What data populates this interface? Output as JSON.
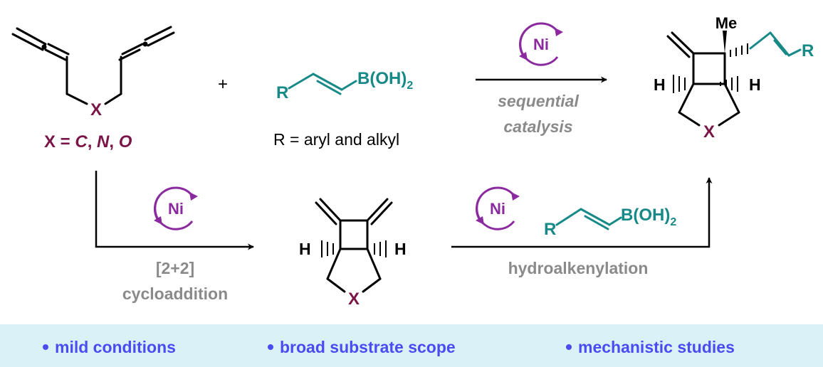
{
  "diallene": {
    "heteroatom": "X",
    "definition_prefix": "X = ",
    "definition_c": "C",
    "definition_sep1": ", ",
    "definition_n": "N",
    "definition_sep2": ", ",
    "definition_o": "O"
  },
  "plus": "+",
  "boronic_acid": {
    "r_group": "R",
    "boron_group": "B(OH)",
    "boron_subscript": "2",
    "scope_note": "R = aryl and alkyl"
  },
  "sequential_step": {
    "catalyst": "Ni",
    "label_line1": "sequential",
    "label_line2": "catalysis"
  },
  "product": {
    "methyl": "Me",
    "r_group": "R",
    "h_left": "H",
    "h_right": "H",
    "heteroatom": "X"
  },
  "cycloaddition_step": {
    "catalyst": "Ni",
    "label_line1": "[2+2]",
    "label_line2": "cycloaddition"
  },
  "intermediate": {
    "h_left": "H",
    "h_right": "H",
    "heteroatom": "X"
  },
  "hydroalkenylation_step": {
    "catalyst": "Ni",
    "r_group": "R",
    "boron_group": "B(OH)",
    "boron_subscript": "2",
    "label": "hydroalkenylation"
  },
  "highlights": [
    "mild conditions",
    "broad substrate scope",
    "mechanistic studies"
  ],
  "colors": {
    "heteroatom": "#7a1548",
    "boron": "#178a88",
    "nickel": "#8b2a9e",
    "step_label": "#8a8a8a",
    "highlight_text": "#4a4cf2",
    "banner": "#dbf1f8"
  }
}
